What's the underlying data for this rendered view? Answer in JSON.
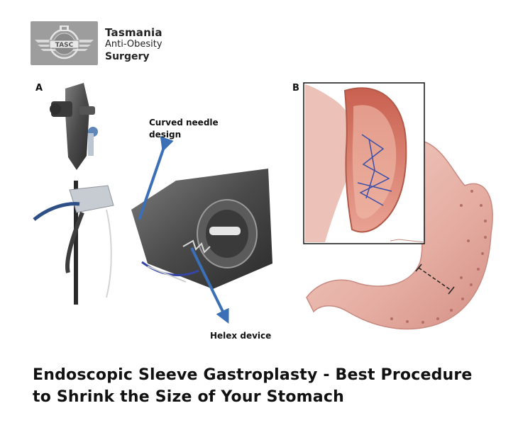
{
  "logo": {
    "icon": "winged-emblem-icon",
    "emblem_text": "TASC",
    "line1": "Tasmania",
    "line2": "Anti-Obesity",
    "line3": "Surgery"
  },
  "figure": {
    "panel_a_label": "A",
    "panel_b_label": "B",
    "annotation_needle_line1": "Curved needle",
    "annotation_needle_line2": "design",
    "annotation_helix": "Helex device"
  },
  "caption": {
    "line1": "Endoscopic Sleeve Gastroplasty - Best Procedure",
    "line2": "to Shrink the Size of Your Stomach"
  },
  "colors": {
    "arrow_blue": "#3b6fb6",
    "stomach_pink": "#e9b6ac",
    "logo_grey": "#9d9d9d"
  }
}
